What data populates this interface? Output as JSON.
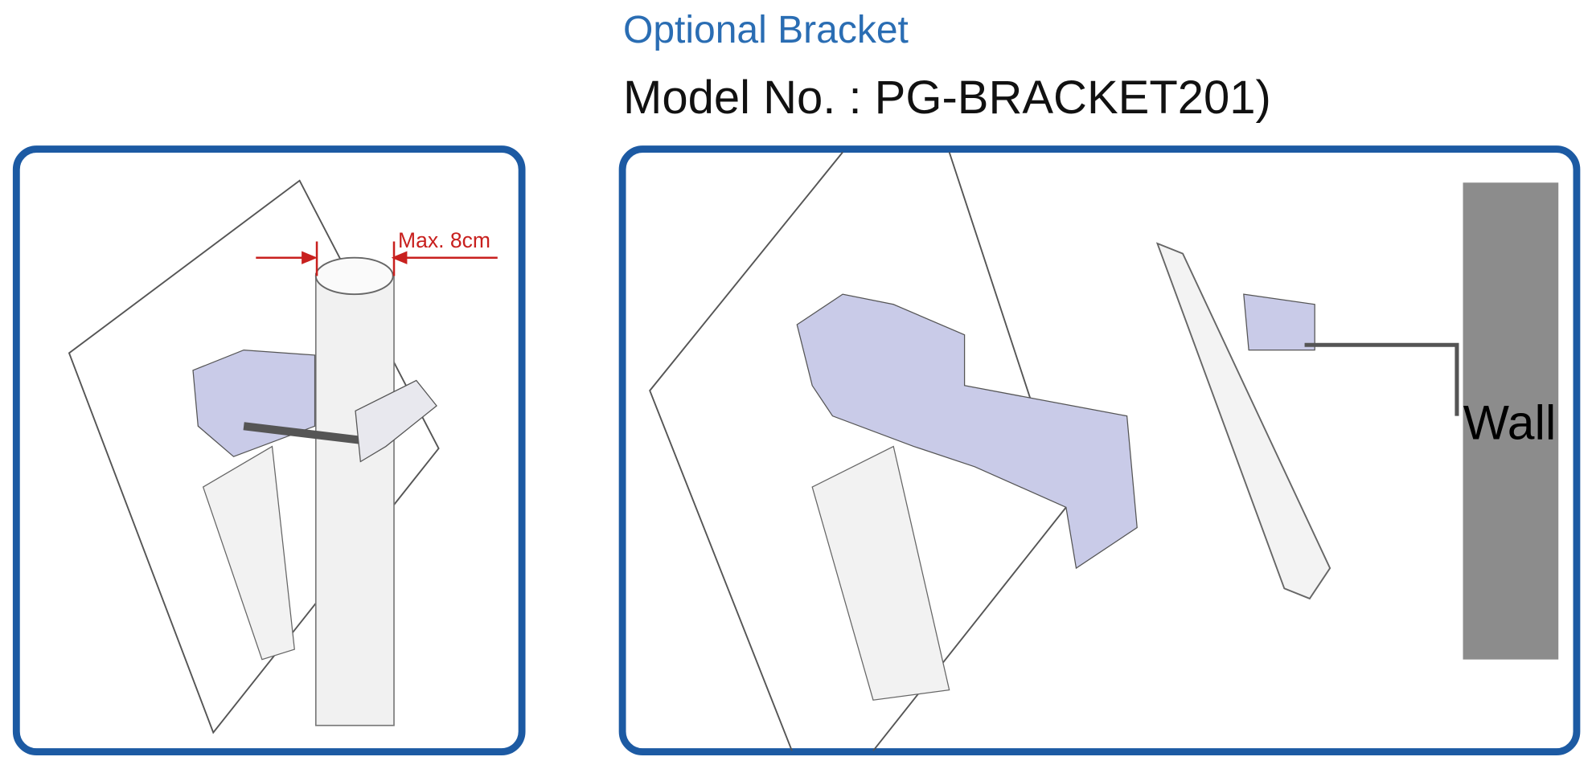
{
  "header": {
    "title": "Optional Bracket",
    "model": "Model No. : PG-BRACKET201)"
  },
  "left_panel": {
    "dimension_label": "Max. 8cm"
  },
  "right_panel": {
    "wall_label": "Wall"
  },
  "colors": {
    "title_blue": "#2a6db3",
    "panel_border": "#1c5aa3",
    "dimension_red": "#c8201e",
    "bracket_lavender": "#c9cbe8",
    "wall_gray": "#8c8c8c"
  }
}
